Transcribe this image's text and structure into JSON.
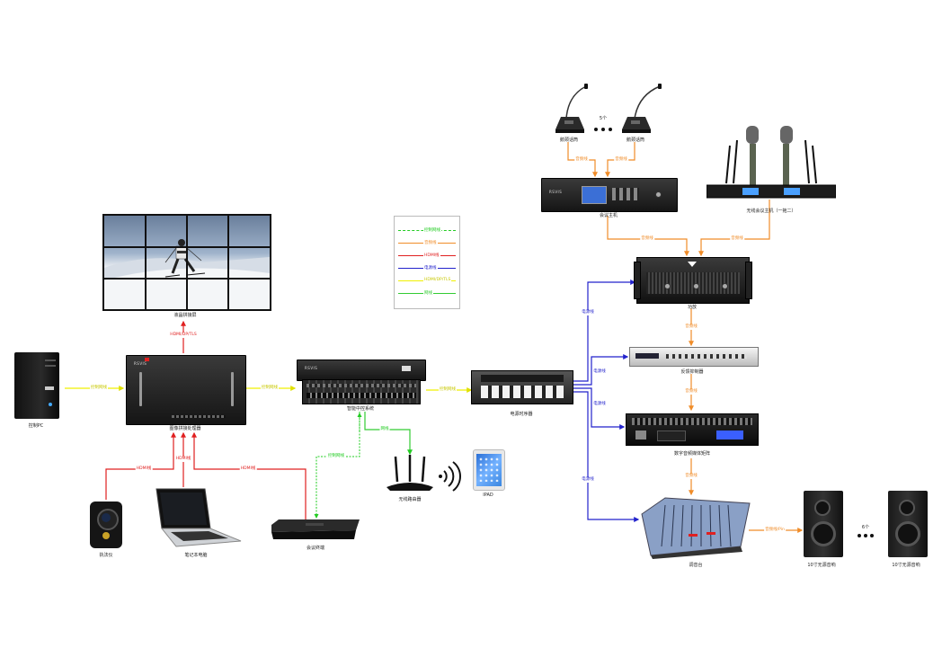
{
  "devices": {
    "video_wall": "液晶拼接屏",
    "control_pc": "控制PC",
    "image_processor": "图像拼接处理器",
    "central_control": "智能中控系统",
    "power_sequencer": "电源时序器",
    "mic_unit_1": "鹅颈话筒",
    "mic_unit_2": "鹅颈话筒",
    "mic_count": "5个",
    "conference_host": "会议主机",
    "wireless_mic": "无线会议主机（一拖二）",
    "power_amp": "功放",
    "feedback_suppressor": "反馈抑制器",
    "audio_matrix": "数字音频媒体矩阵",
    "mixer": "调音台",
    "speaker_1": "10寸无源音响",
    "speaker_2": "10寸无源音响",
    "speaker_count": "6个",
    "recorder": "执法仪",
    "laptop": "笔记本电脑",
    "conference_terminal": "会议终端",
    "router": "无线路由器",
    "ipad": "IPAD"
  },
  "wire_labels": {
    "hdmi_dp_to_wall": "HDMI/DP/TLS",
    "pc_link": "控制网线",
    "proc_link": "控制网线",
    "ctrl_to_power": "控制网线",
    "mic_audio_1": "音频线",
    "mic_audio_2": "音频线",
    "host_audio": "音频线",
    "wireless_audio": "音频线",
    "power_1": "电源线",
    "power_2": "电源线",
    "power_3": "电源线",
    "power_4": "电源线",
    "amp_fb": "音频线",
    "fb_matrix": "音频线",
    "matrix_mixer": "音频线",
    "mixer_speaker": "音频线/Pin",
    "hdmi_recorder": "HDMI线",
    "hdmi_laptop": "HDMI线",
    "hdmi_terminal": "HDMI线",
    "net_terminal": "控制网线",
    "net_router": "网线"
  },
  "legend": [
    {
      "label": "控制网线",
      "color": "#22cc22",
      "style": "dashed"
    },
    {
      "label": "音频线",
      "color": "#f08c28",
      "style": "solid"
    },
    {
      "label": "HDMI线",
      "color": "#e02020",
      "style": "solid"
    },
    {
      "label": "电源线",
      "color": "#2222cc",
      "style": "solid"
    },
    {
      "label": "HDMI/DP/TLS",
      "color": "#f0f000",
      "style": "solid"
    },
    {
      "label": "网线",
      "color": "#33cc33",
      "style": "solid"
    }
  ],
  "colors": {
    "network": "#22cc22",
    "audio": "#f08c28",
    "hdmi": "#e02020",
    "power": "#2222cc",
    "video": "#f0f000"
  },
  "brand_text": "RSVIS"
}
